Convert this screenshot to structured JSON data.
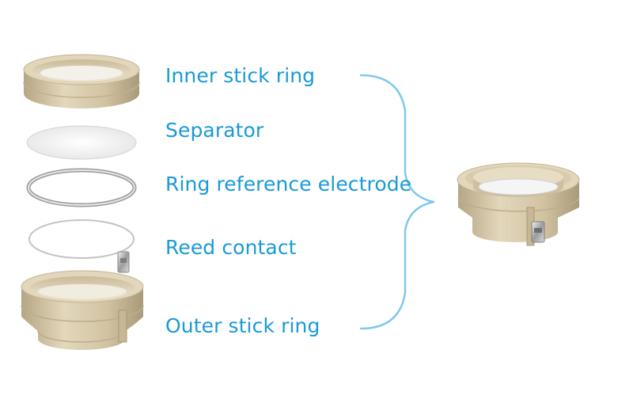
{
  "labels": {
    "inner_stick_ring": "Inner stick ring",
    "separator": "Separator",
    "ring_reference_electrode": "Ring reference electrode",
    "reed_contact": "Reed contact",
    "outer_stick_ring": "Outer stick ring"
  },
  "colors": {
    "label_text": "#1a9ad6",
    "bracket": "#7fc9ec",
    "ring_body": "#d6c8a8",
    "ring_shadow": "#a89878",
    "ring_highlight": "#ece2cc",
    "metal": "#bfbfbf"
  }
}
